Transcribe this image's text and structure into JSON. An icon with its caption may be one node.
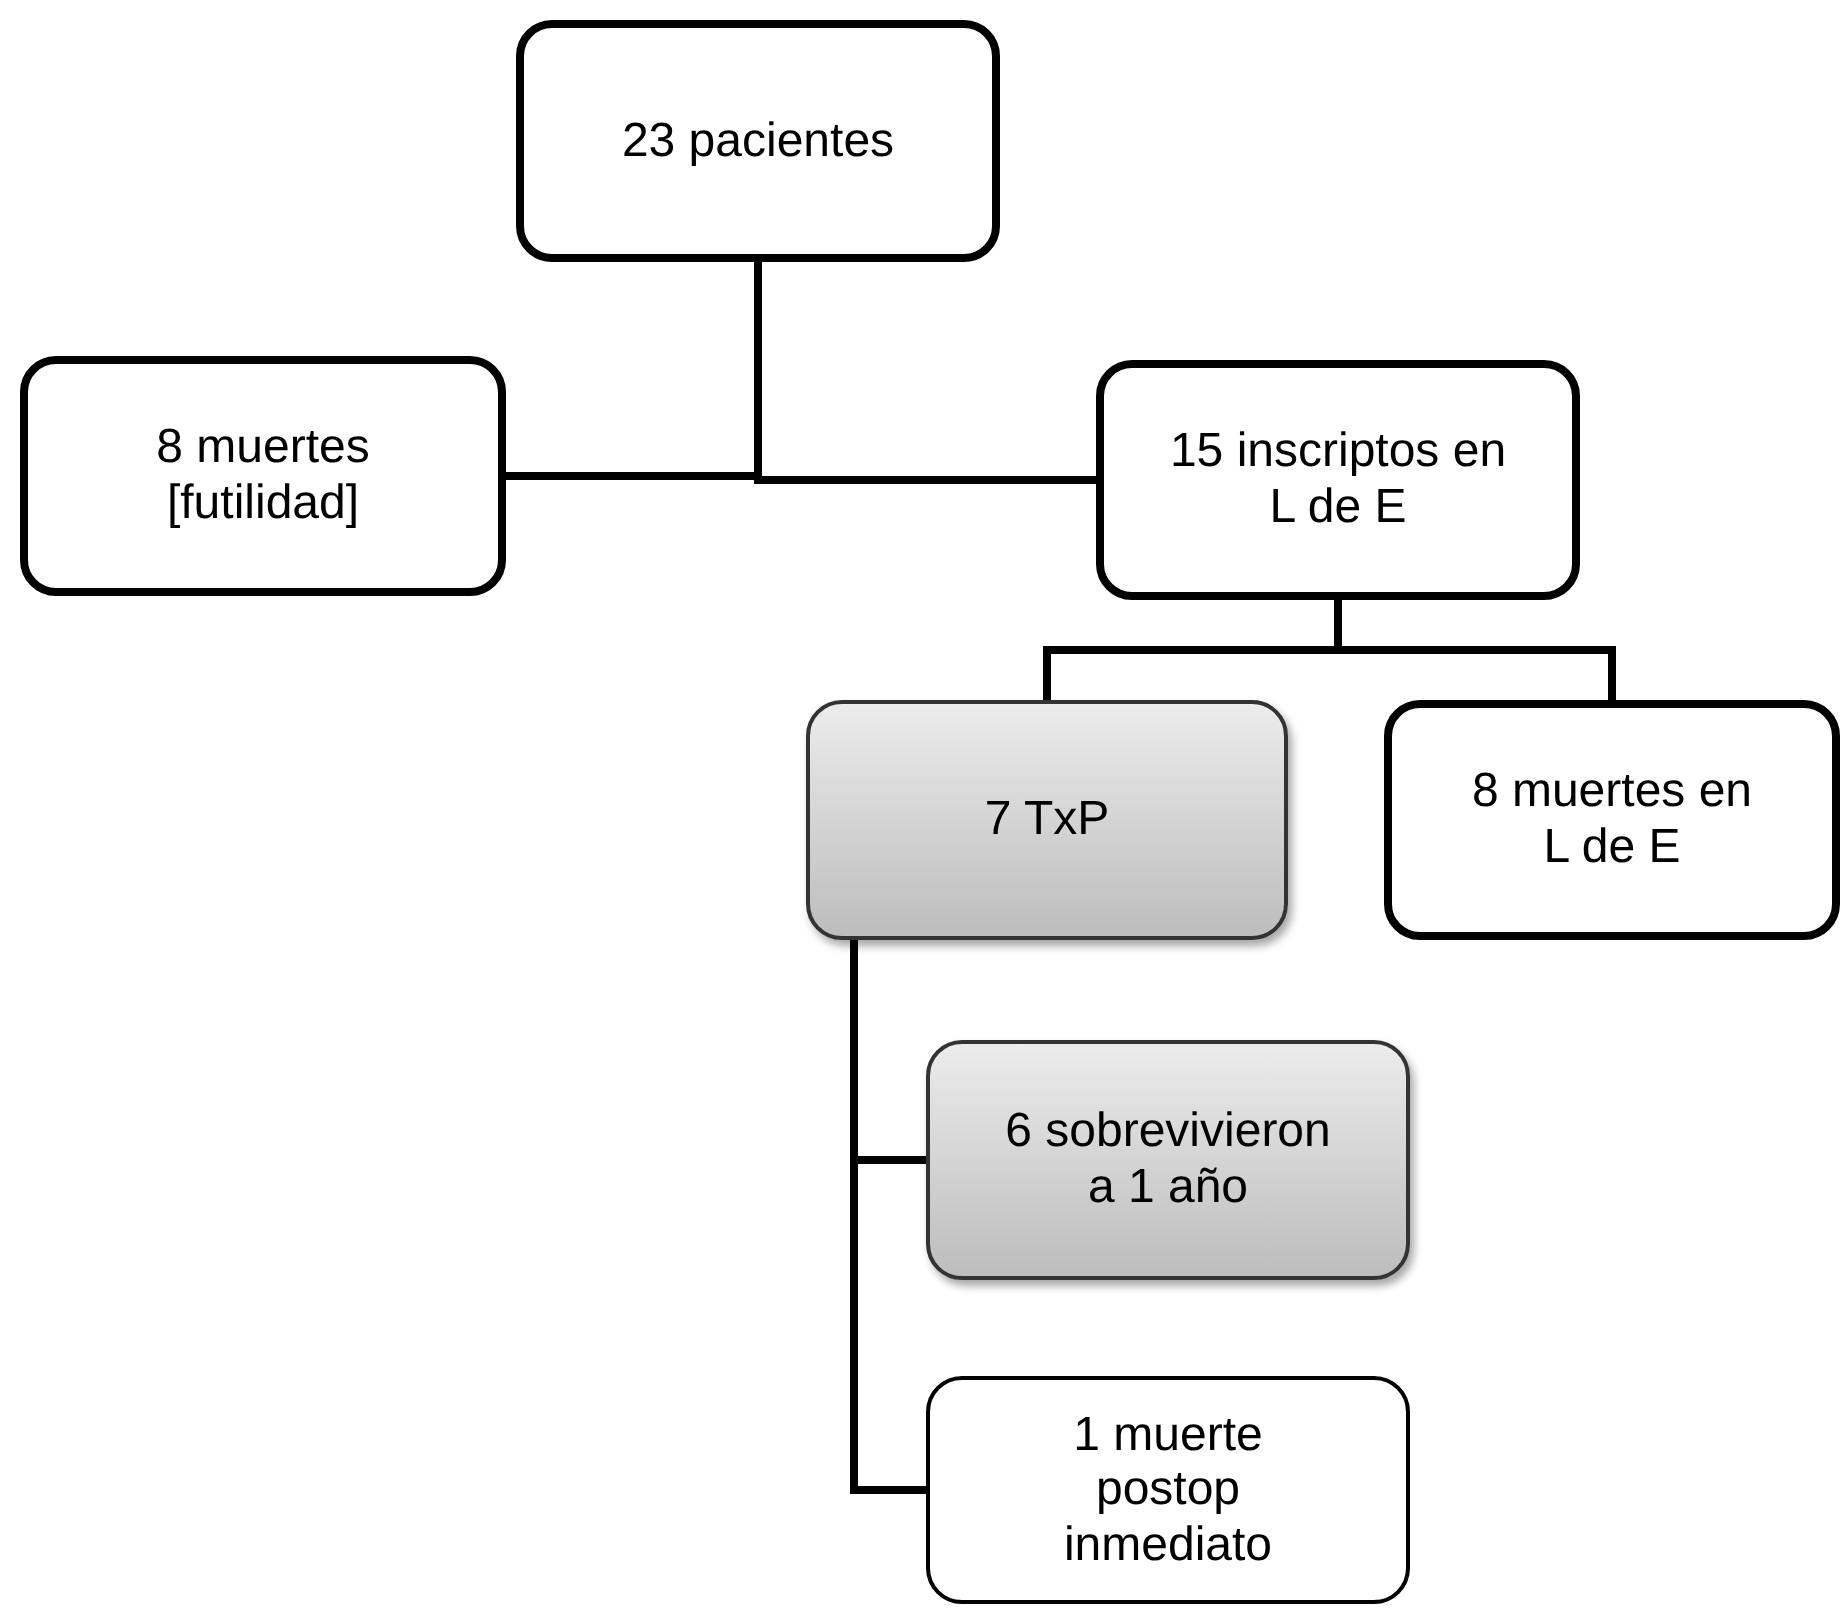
{
  "diagram": {
    "nodes": [
      {
        "text": [
          "23 pacientes"
        ]
      },
      {
        "text": [
          "8 muertes [futilidad]"
        ]
      },
      {
        "text": [
          "15 inscriptos en L de E"
        ]
      },
      {
        "text": [
          "7 TxP"
        ]
      },
      {
        "text": [
          "8 muertes en L de E"
        ]
      },
      {
        "text": [
          "6 sobrevivieron a 1 año"
        ]
      },
      {
        "text": [
          "1 muerte postop inmediato"
        ]
      }
    ],
    "edges": [
      {
        "from": 0,
        "to": 1,
        "arrow": "none"
      },
      {
        "from": 0,
        "to": 2,
        "arrow": "none"
      },
      {
        "from": 2,
        "to": 3,
        "arrow": "none"
      },
      {
        "from": 2,
        "to": 4,
        "arrow": "none"
      },
      {
        "from": 3,
        "to": 5,
        "arrow": "none"
      },
      {
        "from": 3,
        "to": 6,
        "arrow": "none"
      }
    ]
  }
}
